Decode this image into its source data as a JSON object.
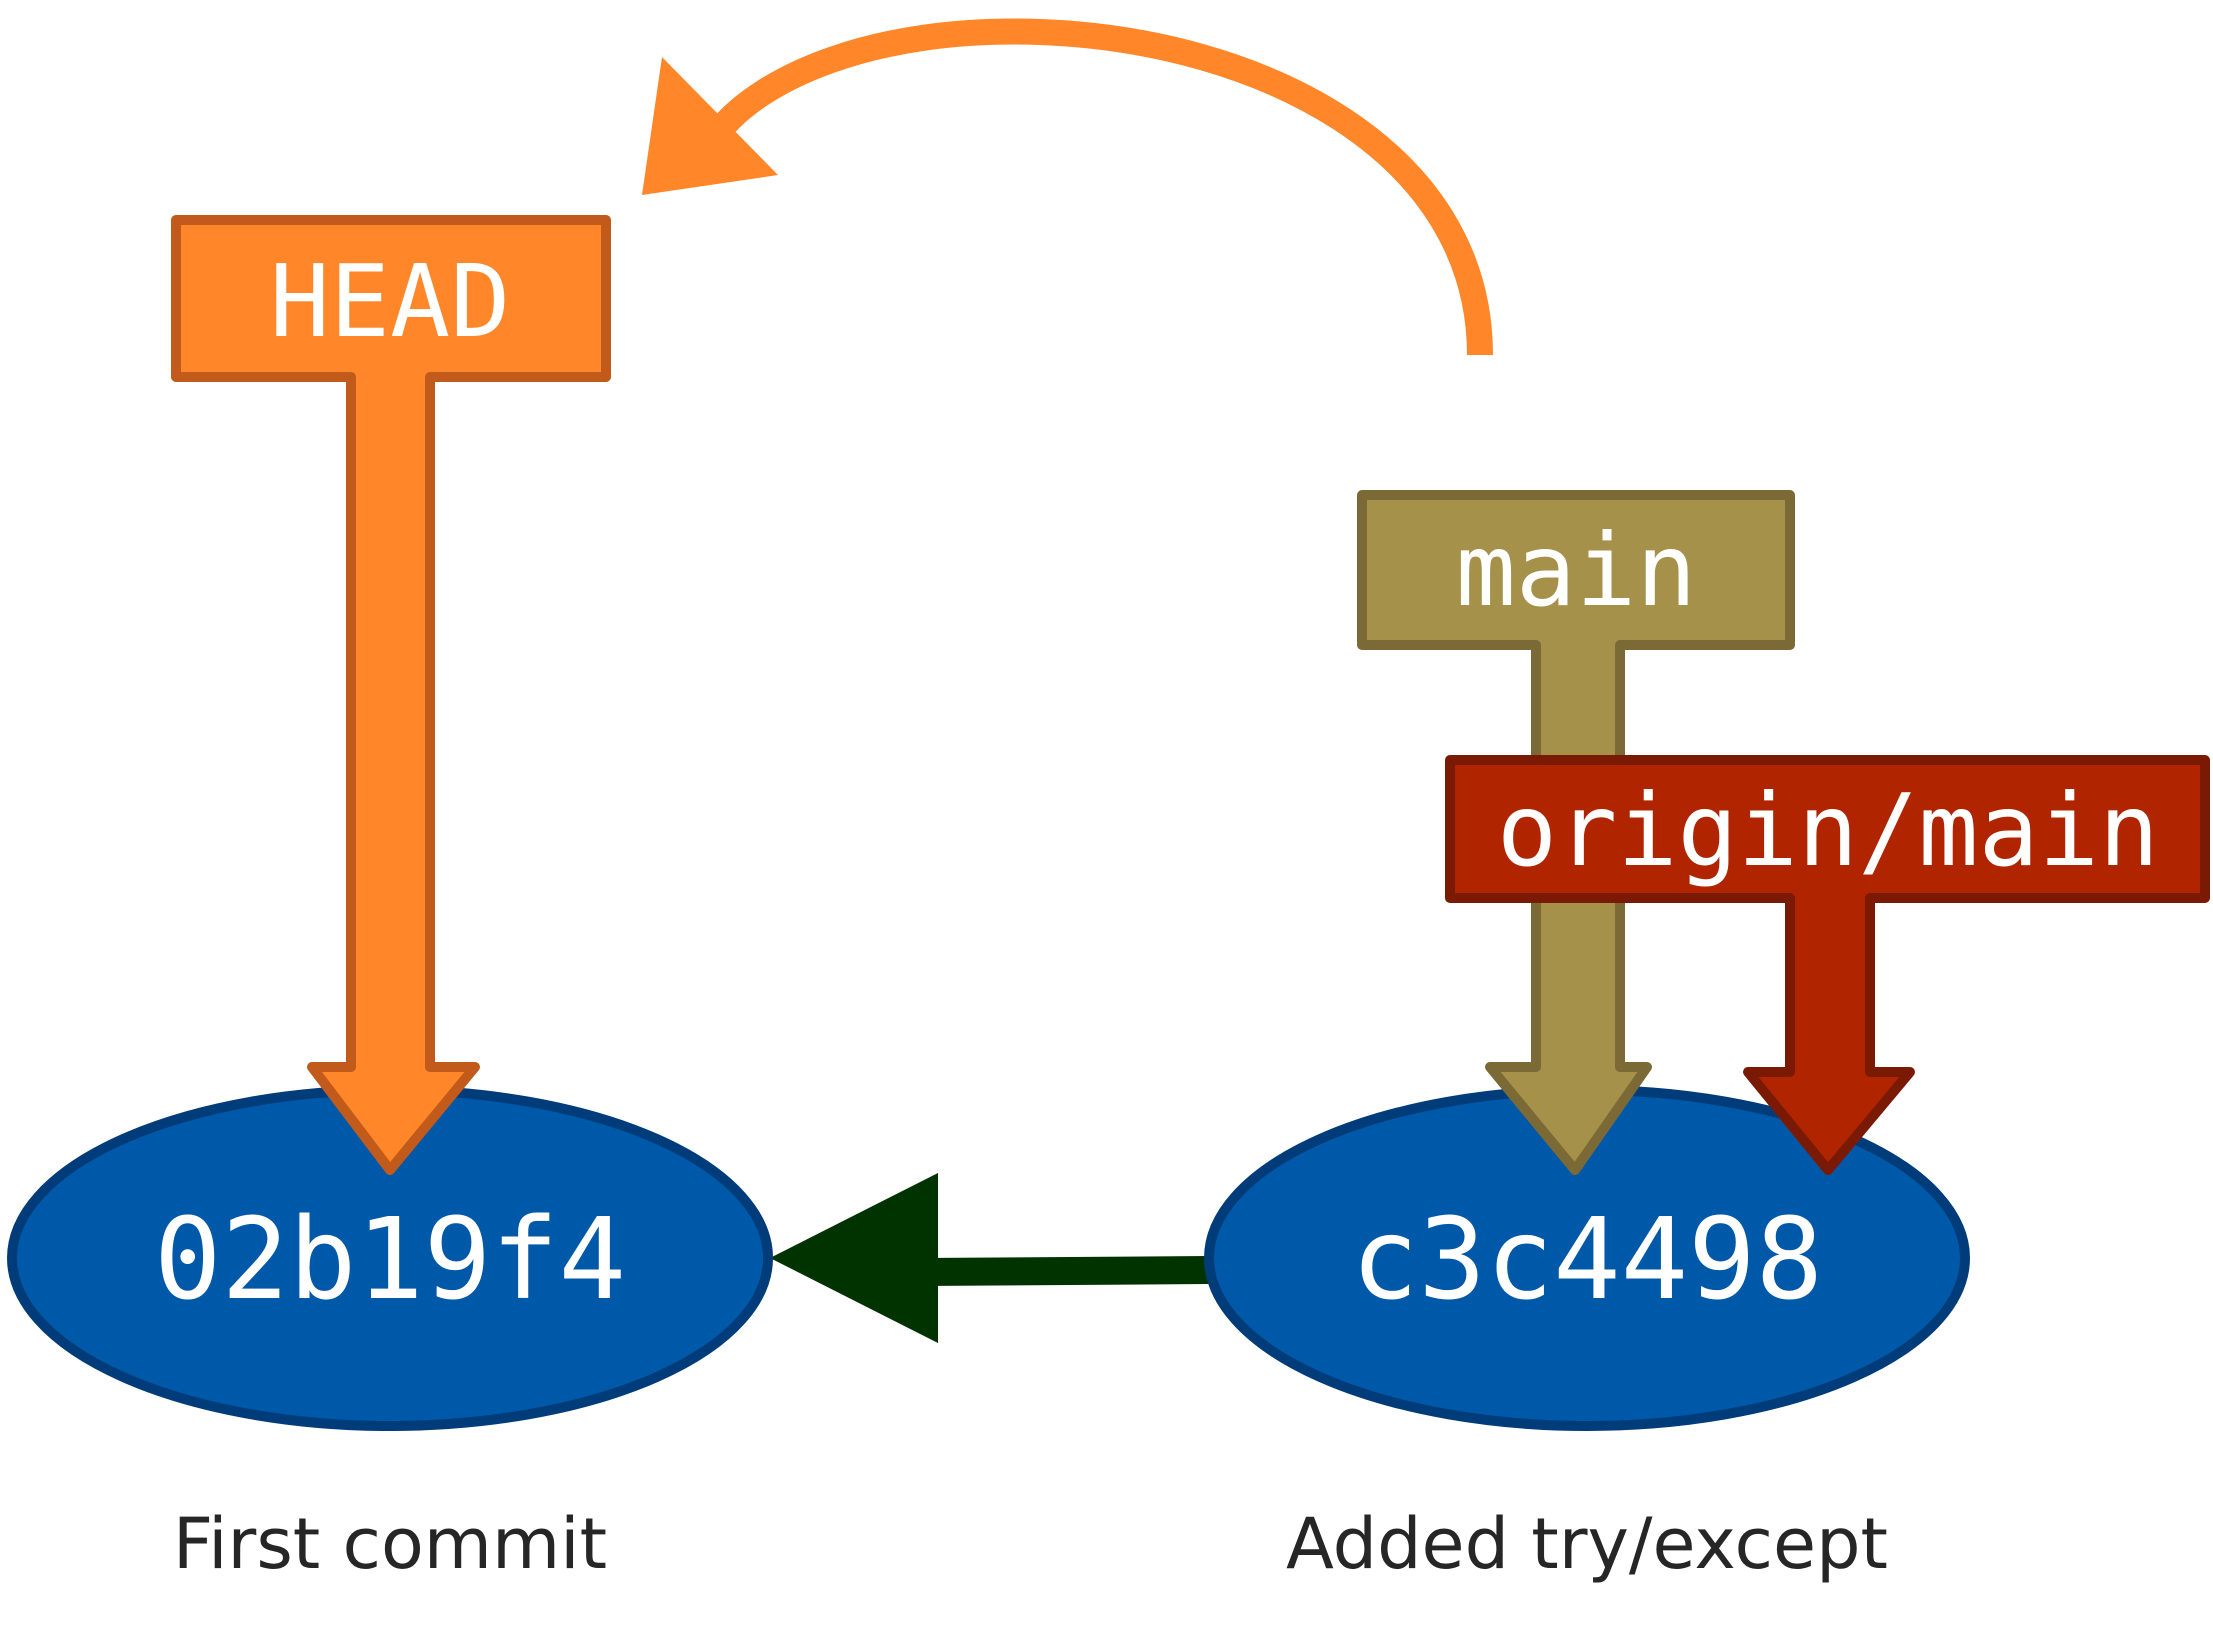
{
  "refs": {
    "head": {
      "label": "HEAD",
      "fill": "#FF8629",
      "stroke": "#C15A1A"
    },
    "main": {
      "label": "main",
      "fill": "#A6914B",
      "stroke": "#7B6A35"
    },
    "origin_main": {
      "label": "origin/main",
      "fill": "#B02500",
      "stroke": "#7A1A05"
    }
  },
  "commits": [
    {
      "id": "02b19f4",
      "message": "First commit",
      "fill": "#0059A8",
      "stroke": "#003C7A"
    },
    {
      "id": "c3c4498",
      "message": "Added try/except",
      "fill": "#0059A8",
      "stroke": "#003C7A"
    }
  ],
  "colors": {
    "parent_arrow": "#003300",
    "head_move_arrow": "#FF8629"
  }
}
